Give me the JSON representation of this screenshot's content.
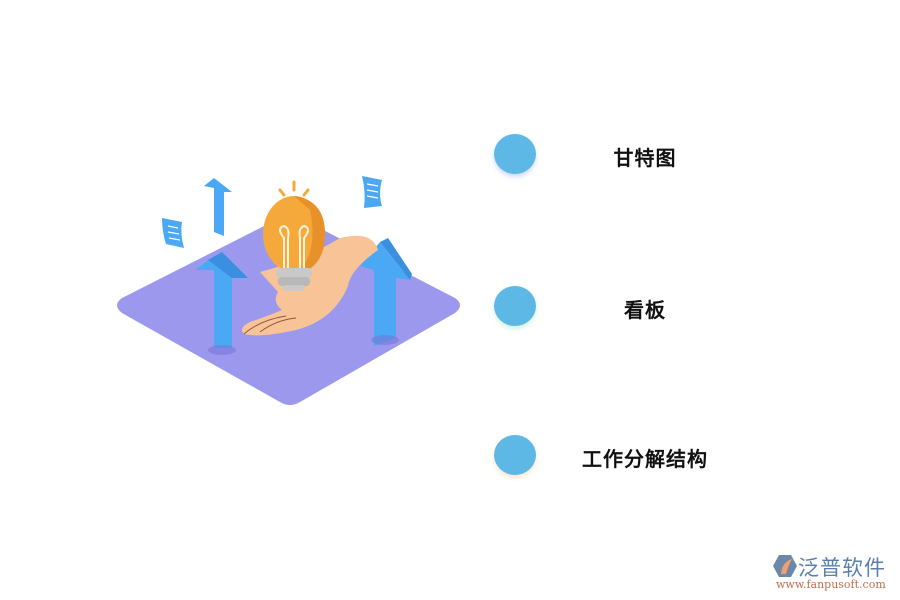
{
  "items": [
    {
      "label": "甘特图",
      "dot_color": "#5db8e6"
    },
    {
      "label": "看板",
      "dot_color": "#5db8e6"
    },
    {
      "label": "工作分解结构",
      "dot_color": "#5db8e6"
    }
  ],
  "logo": {
    "name": "泛普软件",
    "url": "www.fanpusoft.com"
  },
  "colors": {
    "platform": "#9b98ee",
    "arrow": "#4aa8f5",
    "bulb": "#f6a93b",
    "hand": "#f8c396",
    "background": "#ffffff"
  },
  "illustration": {
    "icons": [
      "platform",
      "up-arrow",
      "light-bulb",
      "hand",
      "paper-note"
    ]
  }
}
